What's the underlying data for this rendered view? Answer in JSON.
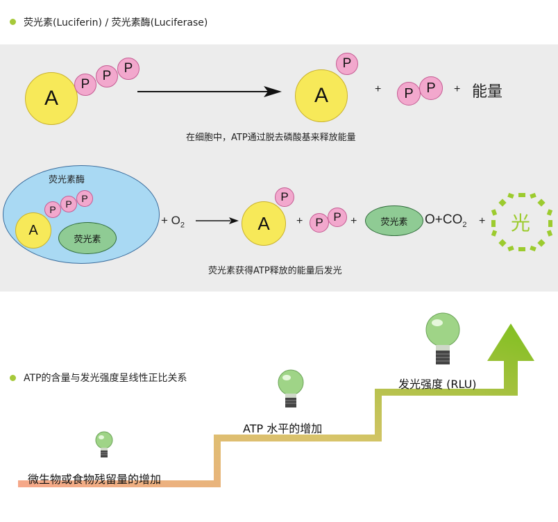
{
  "section1": {
    "heading": "荧光素(Luciferin) / 荧光素酶(Luciferase)"
  },
  "reaction1": {
    "a_label": "A",
    "p_label": "P",
    "plus": "+",
    "energy": "能量",
    "caption": "在细胞中，ATP通过脱去磷酸基来释放能量"
  },
  "reaction2": {
    "enzyme_label": "荧光素酶",
    "luciferin_label": "荧光素",
    "a_label": "A",
    "p_label": "P",
    "plus_o2": "+ O",
    "o2_sub": "2",
    "plus": "+",
    "o_plus_co": "O+CO",
    "co2_sub": "2",
    "light_char": "光",
    "caption": "荧光素获得ATP释放的能量后发光"
  },
  "section2": {
    "heading": "ATP的含量与发光强度呈线性正比关系",
    "steps": [
      "微生物或食物残留量的增加",
      "ATP 水平的增加",
      "发光强度 (RLU)"
    ]
  },
  "colors": {
    "bullet": "#a6c93a",
    "atp_yellow": "#f7e959",
    "phosphate_pink": "#f2a8cd",
    "enzyme_blue": "#a9d9f3",
    "luciferin_green": "#8fcb94",
    "light_green": "#9ccb2e"
  }
}
